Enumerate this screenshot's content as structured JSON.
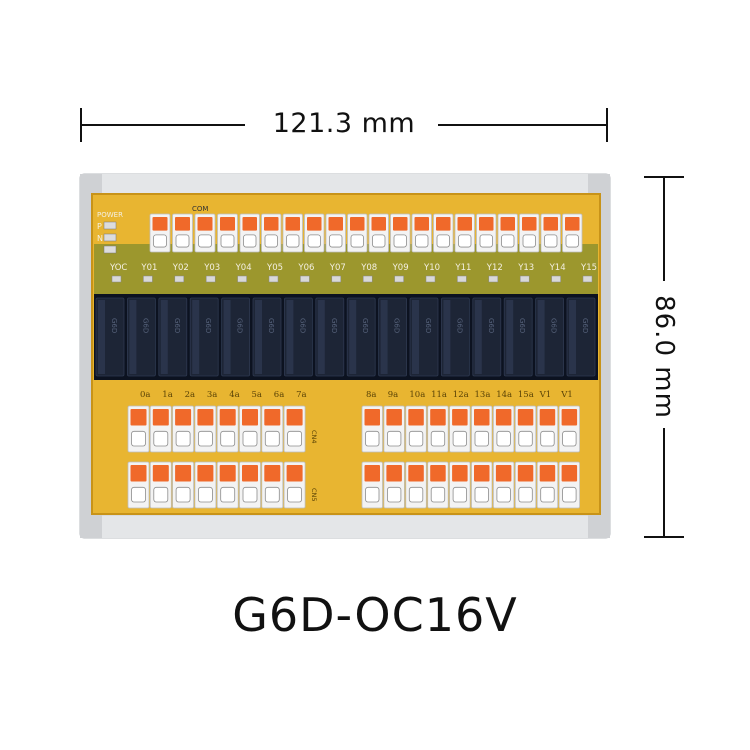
{
  "dimensions": {
    "width_label": "121.3 mm",
    "height_label": "86.0 mm"
  },
  "product": {
    "model": "G6D-OC16V"
  },
  "board": {
    "relay_count": 16,
    "top_labels": [
      "YOC",
      "Y01",
      "Y02",
      "Y03",
      "Y04",
      "Y05",
      "Y06",
      "Y07",
      "Y08",
      "Y09",
      "Y10",
      "Y11",
      "Y12",
      "Y13",
      "Y14",
      "Y15"
    ],
    "power_labels": [
      "POWER",
      "P",
      "N"
    ],
    "com_label": "COM",
    "bottom_left_labels": [
      "0a",
      "1a",
      "2a",
      "3a",
      "4a",
      "5a",
      "6a",
      "7a"
    ],
    "bottom_right_labels": [
      "8a",
      "9a",
      "10a",
      "11a",
      "12a",
      "13a",
      "14a",
      "15a",
      "V1",
      "V1"
    ],
    "connector_labels": [
      "CN4",
      "CN5"
    ],
    "relay_marking": "G6D",
    "colors": {
      "pcb": "#e8b531",
      "rail": "#dcdee0",
      "relay": "#1d2536",
      "terminal": "#f3f3f3",
      "lever": "#f0692a"
    }
  }
}
